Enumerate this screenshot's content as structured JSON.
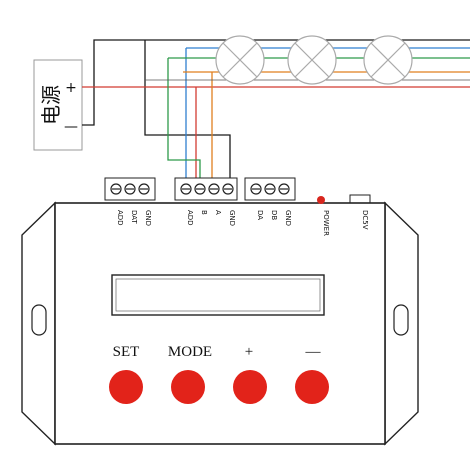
{
  "colors": {
    "wire_black": "#1a1a1a",
    "wire_red": "#d23b32",
    "wire_blue": "#2f7fd0",
    "wire_green": "#2e9a4a",
    "wire_orange": "#e07f1f",
    "button_red": "#e2231a",
    "power_led": "#d8261e"
  },
  "power_supply": {
    "label": "电源",
    "plus": "+",
    "minus": "—"
  },
  "terminals": {
    "left": [
      "ADD",
      "DAT",
      "GND"
    ],
    "middle": [
      "ADD",
      "B",
      "A",
      "GND"
    ],
    "right": [
      "DA",
      "DB",
      "GND"
    ],
    "power": "POWER",
    "dc": "DC5V"
  },
  "buttons": [
    "SET",
    "MODE",
    "+",
    "—"
  ]
}
